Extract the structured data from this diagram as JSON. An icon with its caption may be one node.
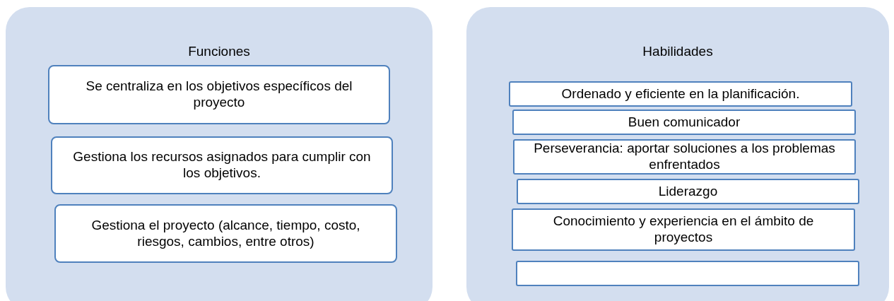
{
  "diagram": {
    "nodes": [
      {
        "text": [
          "Funciones"
        ]
      },
      {
        "text": [
          "Se centraliza en los objetivos específicos del proyecto"
        ],
        "in": 0
      },
      {
        "text": [
          "Gestiona los recursos asignados para cumplir con los objetivos."
        ],
        "in": 0
      },
      {
        "text": [
          "Gestiona el proyecto (alcance, tiempo, costo, riesgos, cambios, entre otros)"
        ],
        "in": 0
      },
      {
        "text": [
          "Habilidades"
        ]
      },
      {
        "text": [
          "Ordenado y eficiente en la planificación."
        ],
        "in": 4
      },
      {
        "text": [
          "Buen comunicador"
        ],
        "in": 4
      },
      {
        "text": [
          "Perseverancia: aportar soluciones a los problemas enfrentados"
        ],
        "in": 4
      },
      {
        "text": [
          "Liderazgo"
        ],
        "in": 4
      },
      {
        "text": [
          "Conocimiento y experiencia en el ámbito de proyectos"
        ],
        "in": 4
      },
      {
        "text": [],
        "shape": "box",
        "in": 4
      }
    ]
  }
}
